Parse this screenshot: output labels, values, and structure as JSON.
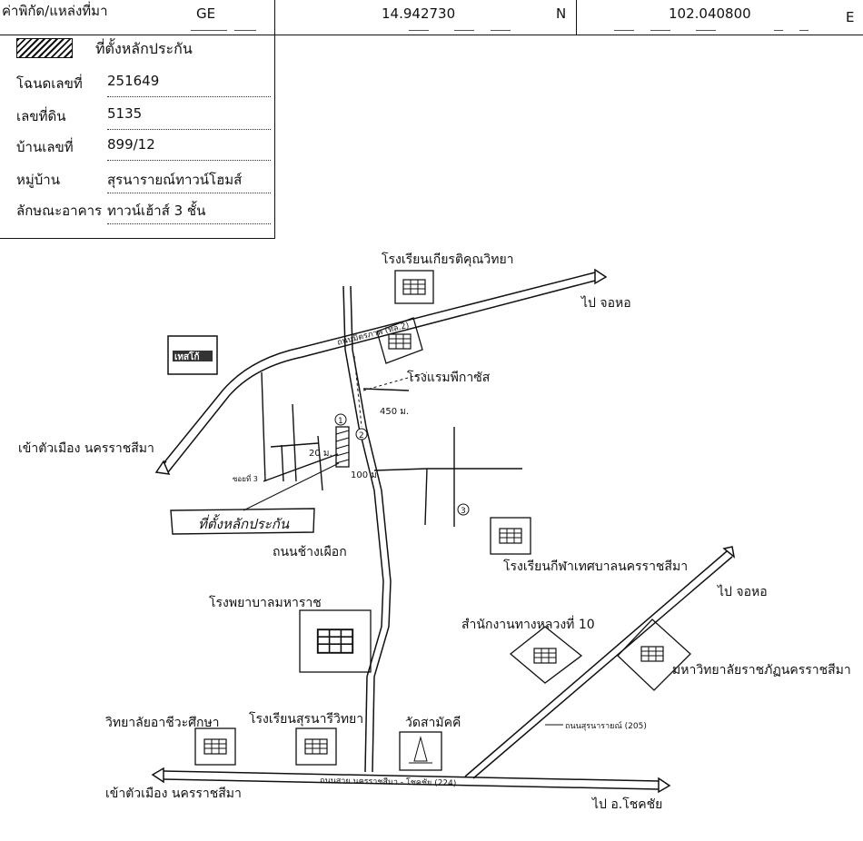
{
  "header": {
    "coord_label": "ค่าพิกัด/แหล่งที่มา",
    "coord_source": "GE",
    "latitude": "14.942730",
    "lat_dir": "N",
    "longitude": "102.040800",
    "lon_dir": "E"
  },
  "info": {
    "legend_label": "ที่ตั้งหลักประกัน",
    "rows": [
      {
        "label": "โฉนดเลขที่",
        "value": "251649"
      },
      {
        "label": "เลขที่ดิน",
        "value": "5135"
      },
      {
        "label": "บ้านเลขที่",
        "value": "899/12"
      },
      {
        "label": "หมู่บ้าน",
        "value": "สุรนารายณ์ทาวน์โฮมส์"
      },
      {
        "label": "ลักษณะอาคาร",
        "value": "ทาวน์เฮ้าส์ 3 ชั้น"
      }
    ]
  },
  "map": {
    "labels": {
      "school1": "โรงเรียนเกียรติคุณวิทยา",
      "to_chohor_1": "ไป จอหอ",
      "mittraphap_road": "ถนนมิตรภาพ (ทล.2)",
      "hotel": "โรงแรมพีกาซัส",
      "dist_450": "450 ม.",
      "tesco": "เทสโก้",
      "to_city_1": "เข้าตัวเมือง นครราชสีมา",
      "dist_20": "20 ม.",
      "dist_100": "100 ม.",
      "soi": "ซอยที่ 3",
      "marker_1": "1",
      "marker_2": "2",
      "marker_3": "3",
      "collateral": "ที่ตั้งหลักประกัน",
      "chang_phueak_road": "ถนนช้างเผือก",
      "sports_school": "โรงเรียนกีฬาเทศบาลนครราชสีมา",
      "to_chohor_2": "ไป จอหอ",
      "hospital": "โรงพยาบาลมหาราช",
      "highway_office": "สำนักงานทางหลวงที่ 10",
      "rajabhat": "มหาวิทยาลัยราชภัฏนครราชสีมา",
      "college": "วิทยาลัยอาชีวะศึกษา",
      "surana_school": "โรงเรียนสุรนารีวิทยา",
      "temple": "วัดสามัคคี",
      "suranarai_road": "ถนนสุรนารายณ์ (205)",
      "main_road": "ถนนสาย นครราชสีมา - โชคชัย (224)",
      "to_city_2": "เข้าตัวเมือง นครราชสีมา",
      "to_chokchai": "ไป อ.โชคชัย"
    }
  }
}
